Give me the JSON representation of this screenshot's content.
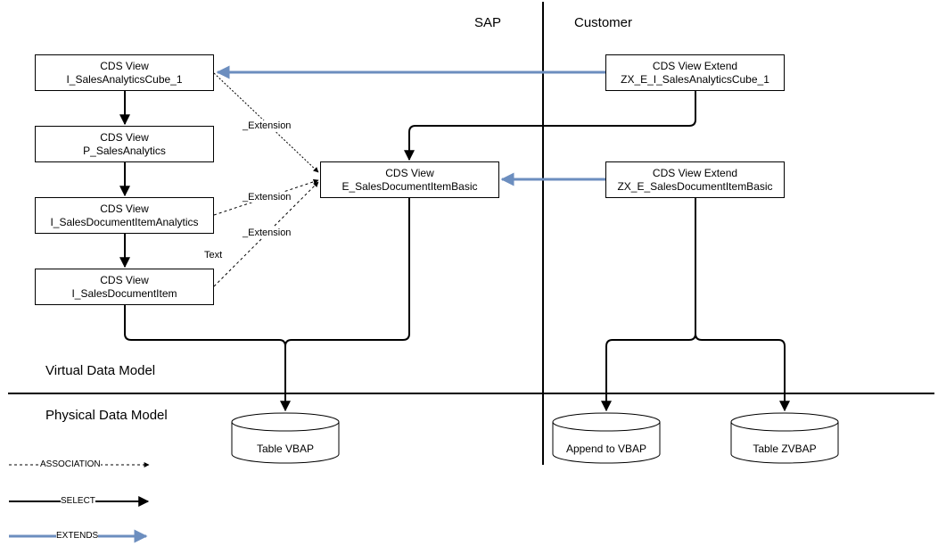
{
  "regions": {
    "sap": "SAP",
    "customer": "Customer",
    "virtual": "Virtual Data Model",
    "physical": "Physical Data Model"
  },
  "nodes": {
    "cube": {
      "title": "CDS View",
      "name": "I_SalesAnalyticsCube_1"
    },
    "p_sales": {
      "title": "CDS View",
      "name": "P_SalesAnalytics"
    },
    "item_analytics": {
      "title": "CDS View",
      "name": "I_SalesDocumentItemAnalytics"
    },
    "sales_item": {
      "title": "CDS View",
      "name": "I_SalesDocumentItem"
    },
    "e_basic": {
      "title": "CDS View",
      "name": "E_SalesDocumentItemBasic"
    },
    "zx_cube": {
      "title": "CDS View Extend",
      "name": "ZX_E_I_SalesAnalyticsCube_1"
    },
    "zx_basic": {
      "title": "CDS View Extend",
      "name": "ZX_E_SalesDocumentItemBasic"
    }
  },
  "tables": {
    "vbap": "Table VBAP",
    "append": "Append to VBAP",
    "zvbap": "Table ZVBAP"
  },
  "edge_labels": {
    "ext1": "_Extension",
    "ext2": "_Extension",
    "ext3": "_Extension",
    "text": "Text"
  },
  "legend": {
    "association": "ASSOCIATION",
    "select": "SELECT",
    "extends": "EXTENDS"
  },
  "colors": {
    "extends": "#6c8ebf",
    "line": "#000000"
  }
}
